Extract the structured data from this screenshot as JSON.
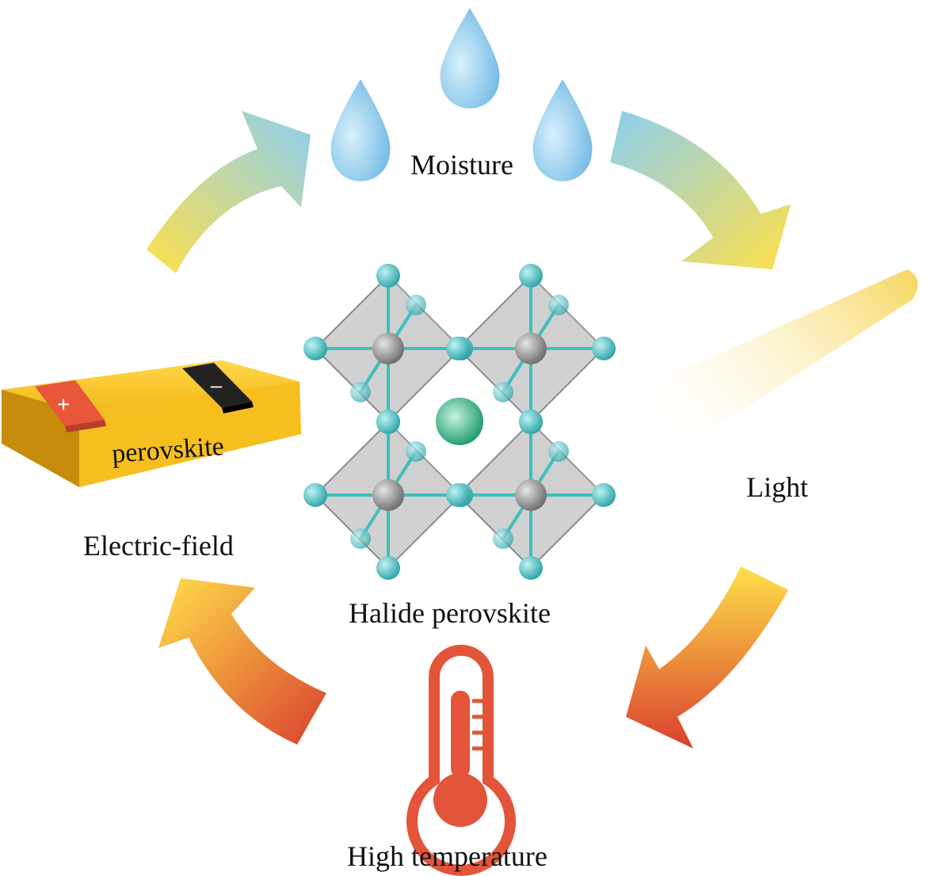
{
  "labels": {
    "moisture": "Moisture",
    "light": "Light",
    "electric_field": "Electric-field",
    "halide_perovskite": "Halide perovskite",
    "high_temperature": "High temperature",
    "device_label": "perovskite",
    "positive_terminal": "+",
    "negative_terminal": "–"
  },
  "icons": {
    "moisture": "water-drop-icon",
    "light": "light-beam-icon",
    "temperature": "thermometer-icon",
    "electric_field": "battery-device-icon",
    "center": "perovskite-crystal-icon"
  },
  "colors": {
    "drop": "#7fc4ea",
    "arrow_blue": "#8ccff0",
    "arrow_yellow": "#ffe04a",
    "arrow_red": "#d9402e",
    "thermometer": "#e2553a",
    "device_gold": "#f6bf1f",
    "halide_atom": "#3dbfbf",
    "metal_atom": "#8a8a8a",
    "a_site_atom": "#23b27a",
    "octahedron": "#9a9a9a"
  }
}
